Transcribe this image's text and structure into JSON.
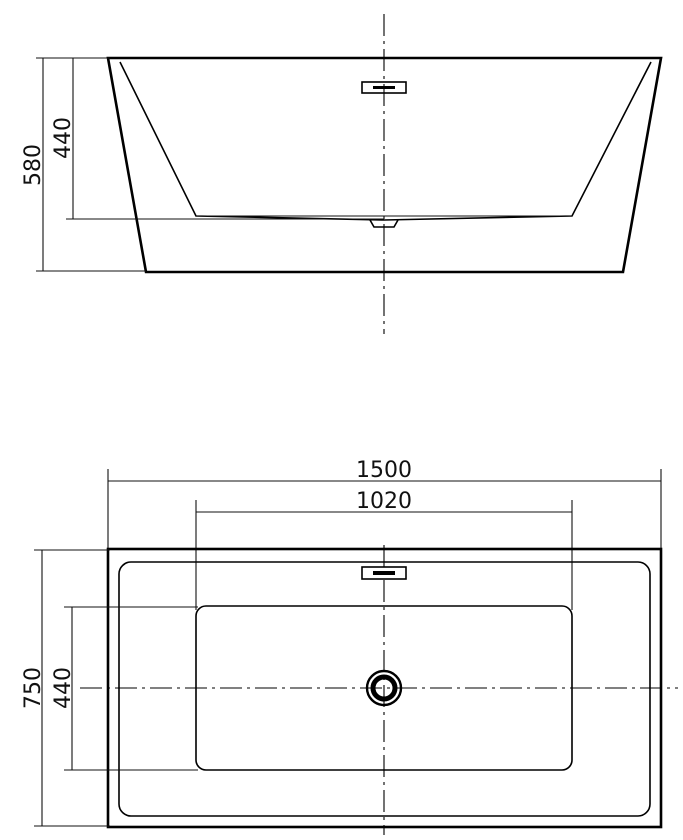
{
  "side_view": {
    "dim_height_total": "580",
    "dim_height_inner": "440"
  },
  "top_view": {
    "dim_length_total": "1500",
    "dim_length_inner": "1020",
    "dim_width_total": "750",
    "dim_width_inner": "440"
  },
  "icons": {
    "overflow": "overflow-icon",
    "drain": "drain-icon"
  }
}
